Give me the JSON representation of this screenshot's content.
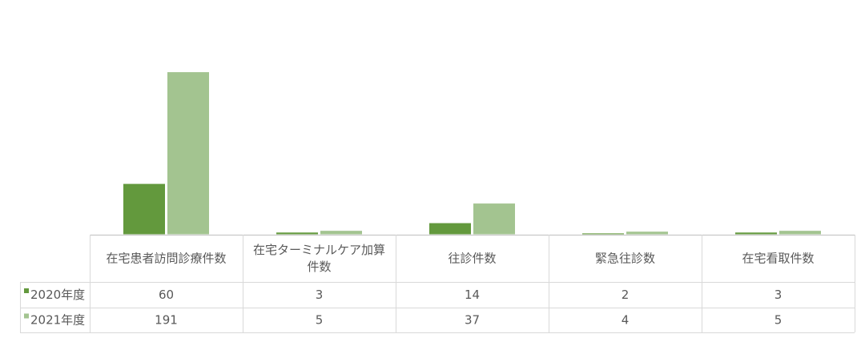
{
  "chart_data": {
    "type": "bar",
    "categories": [
      "在宅患者訪問診療件数",
      [
        "在宅ターミナルケア加算",
        "件数"
      ],
      "往診件数",
      "緊急往診数",
      "在宅看取件数"
    ],
    "series": [
      {
        "name": "2020年度",
        "values": [
          60,
          3,
          14,
          2,
          3
        ],
        "color": "#63993d"
      },
      {
        "name": "2021年度",
        "values": [
          191,
          5,
          37,
          4,
          5
        ],
        "color": "#a3c490"
      }
    ],
    "ylim": [
      0,
      200
    ],
    "grid": false,
    "legend": "data-table-left",
    "data_table": true
  }
}
